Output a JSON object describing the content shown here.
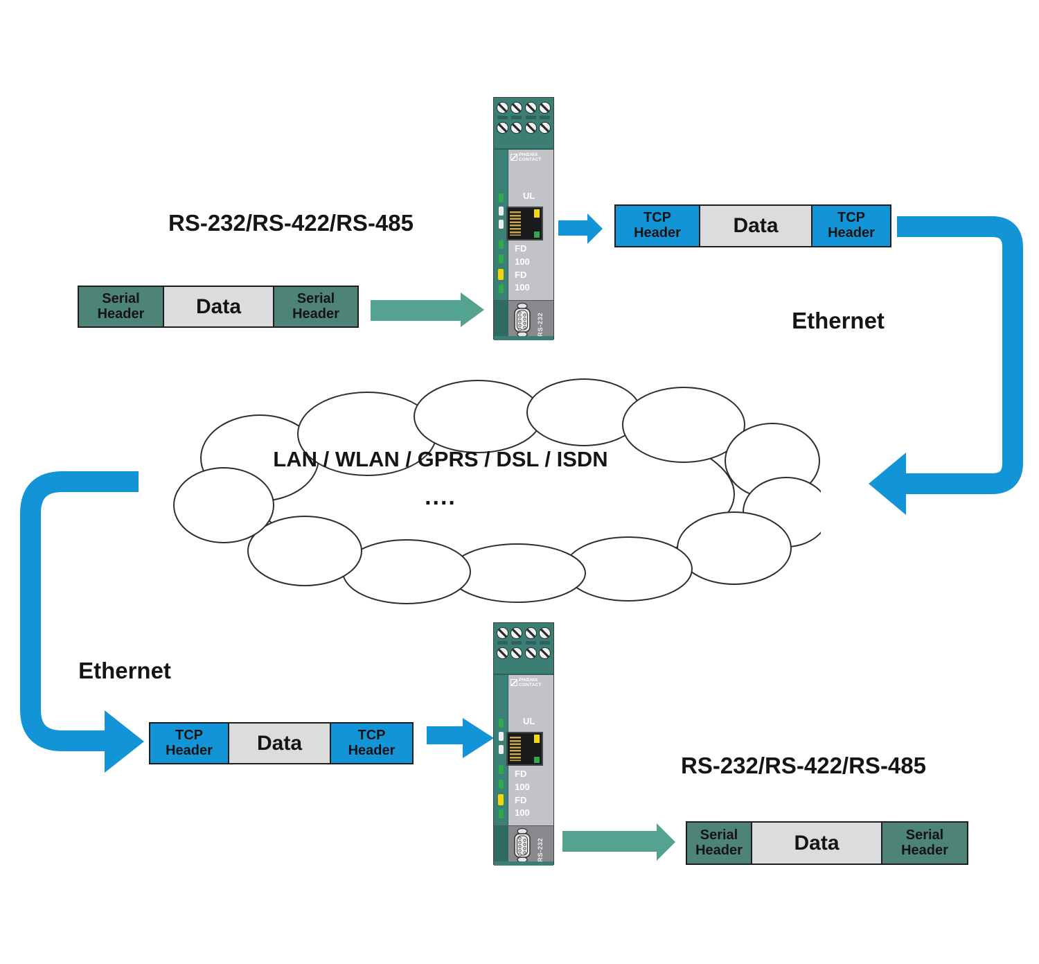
{
  "diagram": {
    "top": {
      "protocol_label": "RS-232/RS-422/RS-485",
      "serial_frame": {
        "left": "Serial Header",
        "middle": "Data",
        "right": "Serial Header"
      },
      "tcp_frame": {
        "left": "TCP Header",
        "middle": "Data",
        "right": "TCP Header"
      },
      "ethernet_label": "Ethernet"
    },
    "cloud": {
      "line1": "LAN / WLAN / GPRS / DSL / ISDN",
      "line2": "...."
    },
    "bottom": {
      "ethernet_label": "Ethernet",
      "tcp_frame": {
        "left": "TCP Header",
        "middle": "Data",
        "right": "TCP Header"
      },
      "protocol_label": "RS-232/RS-422/RS-485",
      "serial_frame": {
        "left": "Serial Header",
        "middle": "Data",
        "right": "Serial Header"
      }
    },
    "device": {
      "brand_line1": "PHŒNIX",
      "brand_line2": "CONTACT",
      "ul_label": "UL",
      "led_labels": [
        "FD",
        "100",
        "FD",
        "100"
      ],
      "port_label": "RS-232"
    },
    "colors": {
      "blue_arrow": "#1394d6",
      "teal_arrow": "#54a391",
      "serial_header_fill": "#4e8478",
      "tcp_header_fill": "#1394d6",
      "data_fill": "#dbdcdd",
      "device_teal": "#3b7e73",
      "device_body_gray": "#c2c3c7",
      "device_bottom_gray": "#87898c",
      "led_green": "#2fa84e",
      "led_yellow": "#f2d800"
    }
  }
}
